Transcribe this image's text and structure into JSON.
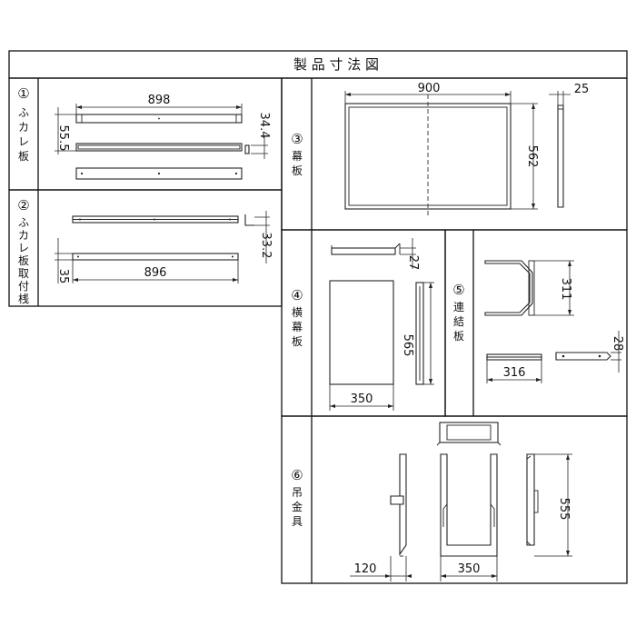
{
  "title": "製 品 寸 法 図",
  "sections": [
    {
      "number": "①",
      "name": [
        "ふ",
        "カ",
        "レ",
        "板"
      ]
    },
    {
      "number": "②",
      "name": [
        "ふ",
        "カ",
        "レ",
        "板",
        "取",
        "付",
        "桟"
      ]
    },
    {
      "number": "③",
      "name": [
        "幕",
        "板"
      ]
    },
    {
      "number": "④",
      "name": [
        "横",
        "幕",
        "板"
      ]
    },
    {
      "number": "⑤",
      "name": [
        "連",
        "結",
        "板"
      ]
    },
    {
      "number": "⑥",
      "name": [
        "吊",
        "金",
        "具"
      ]
    }
  ],
  "dimensions": {
    "s1_width": "898",
    "s1_depth": "55.5",
    "s1_height": "34.4",
    "s2_width": "896",
    "s2_depth": "35",
    "s2_height": "33.2",
    "s3_width": "900",
    "s3_height": "562",
    "s3_thickness": "25",
    "s4_top": "27",
    "s4_height": "565",
    "s4_width": "350",
    "s5_height": "311",
    "s5_width": "316",
    "s5_small": "28",
    "s6_height": "555",
    "s6_width": "350",
    "s6_offset": "120"
  }
}
